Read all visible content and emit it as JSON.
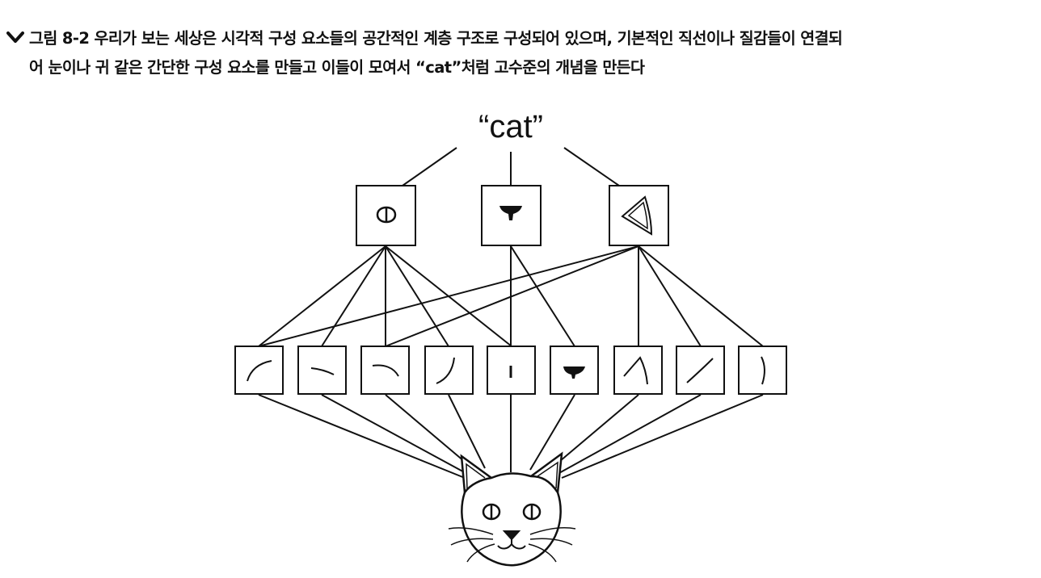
{
  "figure": {
    "caption_line1": "그림 8-2 우리가 보는 세상은 시각적 구성 요소들의 공간적인 계층 구조로 구성되어 있으며, 기본적인 직선이나 질감들이 연결되",
    "caption_line2": "어 눈이나 귀 같은 간단한 구성 요소를 만들고 이들이 모여서 “cat”처럼 고수준의 개념을 만든다",
    "top_label": "“cat”"
  },
  "icons": {
    "caption_marker": "chevron-down-icon",
    "mid_level": [
      "eye-icon",
      "nose-icon",
      "ear-icon"
    ],
    "low_level": [
      "curve-stroke-icon",
      "dash-stroke-icon",
      "arc-stroke-icon",
      "hook-stroke-icon",
      "vertical-tick-icon",
      "nose-blob-icon",
      "ear-outline-icon",
      "diagonal-stroke-icon",
      "parenthesis-stroke-icon"
    ],
    "bottom": "cat-face-icon"
  }
}
